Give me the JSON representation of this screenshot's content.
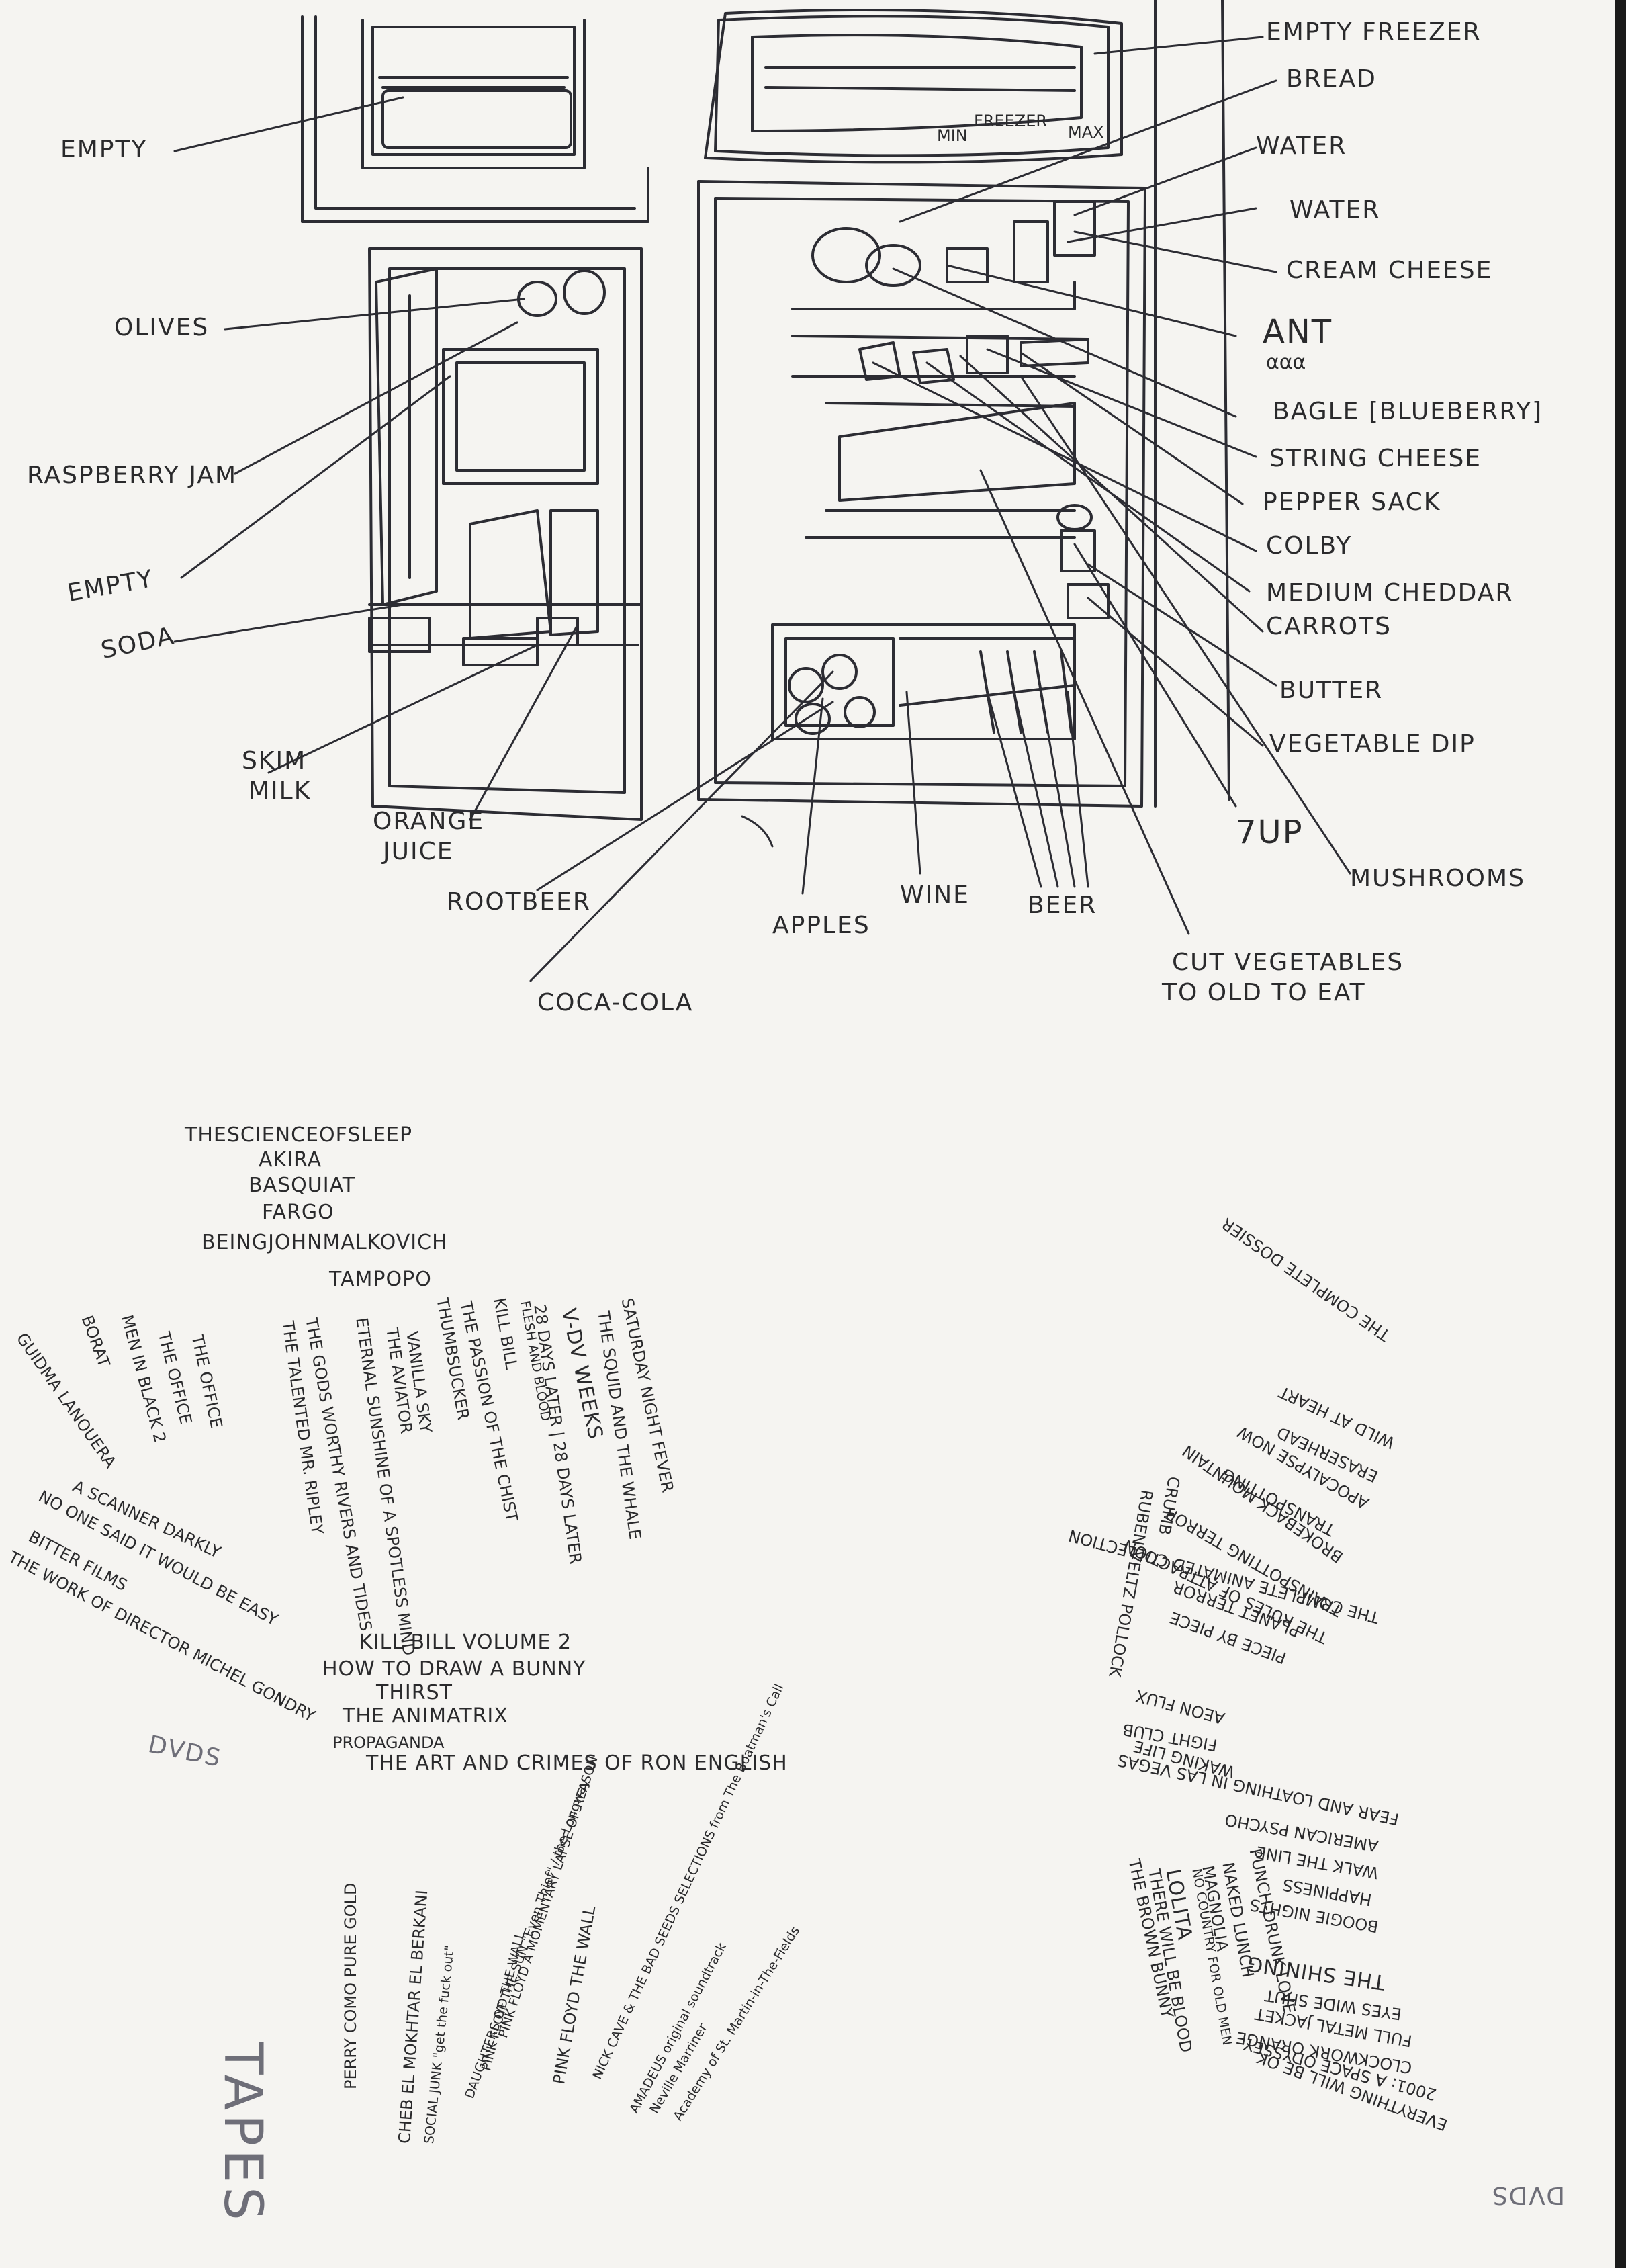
{
  "fridge_labels": {
    "empty_top": "EMPTY",
    "olives": "OLIVES",
    "raspberry_jam": "RASPBERRY JAM",
    "empty_door": "EMPTY",
    "soda": "SODA",
    "skim_milk_1": "SKIM",
    "skim_milk_2": "MILK",
    "orange_juice_1": "ORANGE",
    "orange_juice_2": "JUICE",
    "rootbeer": "ROOTBEER",
    "coca_cola": "COCA-COLA",
    "apples": "APPLES",
    "wine": "WINE",
    "beer": "BEER",
    "cut_vegetables_1": "CUT VEGETABLES",
    "cut_vegetables_2": "TO OLD TO EAT",
    "mushrooms": "MUSHROOMS",
    "seven_up": "7UP",
    "vegetable_dip": "VEGETABLE DIP",
    "butter": "BUTTER",
    "carrots": "CARROTS",
    "medium_cheddar": "MEDIUM CHEDDAR",
    "colby": "COLBY",
    "pepper_sack": "PEPPER SACK",
    "string_cheese": "STRING CHEESE",
    "bagle": "BAGLE [BLUEBERRY]",
    "ant": "ANT",
    "cream_cheese": "CREAM CHEESE",
    "water_1": "WATER",
    "water_2": "WATER",
    "bread": "BREAD",
    "empty_freezer": "EMPTY FREEZER",
    "freezer_dial": "FREEZER",
    "freezer_min": "MIN",
    "freezer_max": "MAX"
  },
  "dvds_left": {
    "heading": "DVDS",
    "titles": [
      "THESCIENCEOFSLEEP",
      "AKIRA",
      "BASQUIAT",
      "FARGO",
      "BEINGJOHNMALKOVICH",
      "TAMPOPO",
      "GUIDMA LANOUERA",
      "BORAT",
      "MEN IN BLACK 2",
      "THE OFFICE",
      "THE OFFICE",
      "THE TALENTED MR. RIPLEY",
      "THE GODS WORTHY RIVERS AND TIDES",
      "ETERNAL SUNSHINE OF A SPOTLESS MIND",
      "THE AVIATOR",
      "VANILLA SKY",
      "THUMBSUCKER",
      "THE PASSION OF THE CHIST",
      "KILL BILL",
      "FLESH AND BLOOD",
      "28 DAYS LATER | 28 DAYS LATER",
      "V-DV WEEKS",
      "THE SQUID AND THE WHALE",
      "SATURDAY NIGHT FEVER",
      "A SCANNER DARKLY",
      "NO ONE SAID IT WOULD BE EASY",
      "BITTER FILMS",
      "THE WORK OF DIRECTOR MICHEL GONDRY",
      "KILL BILL VOLUME 2",
      "HOW TO DRAW A BUNNY",
      "THIRST",
      "THE ANIMATRIX",
      "PROPAGANDA",
      "THE ART AND CRIMES OF RON ENGLISH"
    ]
  },
  "tapes": {
    "heading": "TAPES",
    "titles": [
      "PERRY COMO PURE GOLD",
      "CHEB EL MOKHTAR EL BERKANI",
      "SOCIAL JUNK \"get the fuck out\"",
      "DAUGHTERS OF THE SUN \"Even Thief\" / the Longway",
      "PINK FLOYD THE WALL",
      "PINK FLOYD A MOMENTARY LAPSE OF REASON",
      "PINK FLOYD THE WALL",
      "NICK CAVE & THE BAD SEEDS SELECTIONS from The Boatman's Call",
      "AMADEUS original soundtrack",
      "Neville Marriner",
      "Academy of St. Martin-in-The-Fields"
    ]
  },
  "dvds_right": {
    "heading": "DVDS",
    "titles": [
      "THE COMPLETE DOSSIER",
      "WILD AT HEART",
      "ERASERHEAD",
      "APOCALYPSE NOW",
      "TRANSPOTTING",
      "BROKEBACK MOUNTAIN",
      "CRUMB",
      "RUBEN VELTZ POLLOCK",
      "TRAINSPOTTING TERROR",
      "PLANET TERROR",
      "PIECE BY PIECE",
      "THE RULES OF ATTRACTION",
      "THE COMPLETE ANIMATED COLLECTION",
      "AEON FLUX",
      "FIGHT CLUB",
      "WAKING LIFE",
      "FEAR AND LOATHING IN LAS VEGAS",
      "AMERICAN PSYCHO",
      "WALK THE LINE",
      "HAPPINESS",
      "BOOGIE NIGHTS",
      "PUNCH-DRUNK LOVE",
      "NAKED LUNCH",
      "MAGNOLIA",
      "NO COUNTRY FOR OLD MEN",
      "LOLITA",
      "THERE WILL BE BLOOD",
      "THE BROWN BUNNY",
      "THE SHINING",
      "EYES WIDE SHUT",
      "FULL METAL JACKET",
      "CLOCKWORK ORANGE",
      "2001: A SPACE ODYSSEY",
      "EVERYTHING WILL BE OK"
    ]
  }
}
